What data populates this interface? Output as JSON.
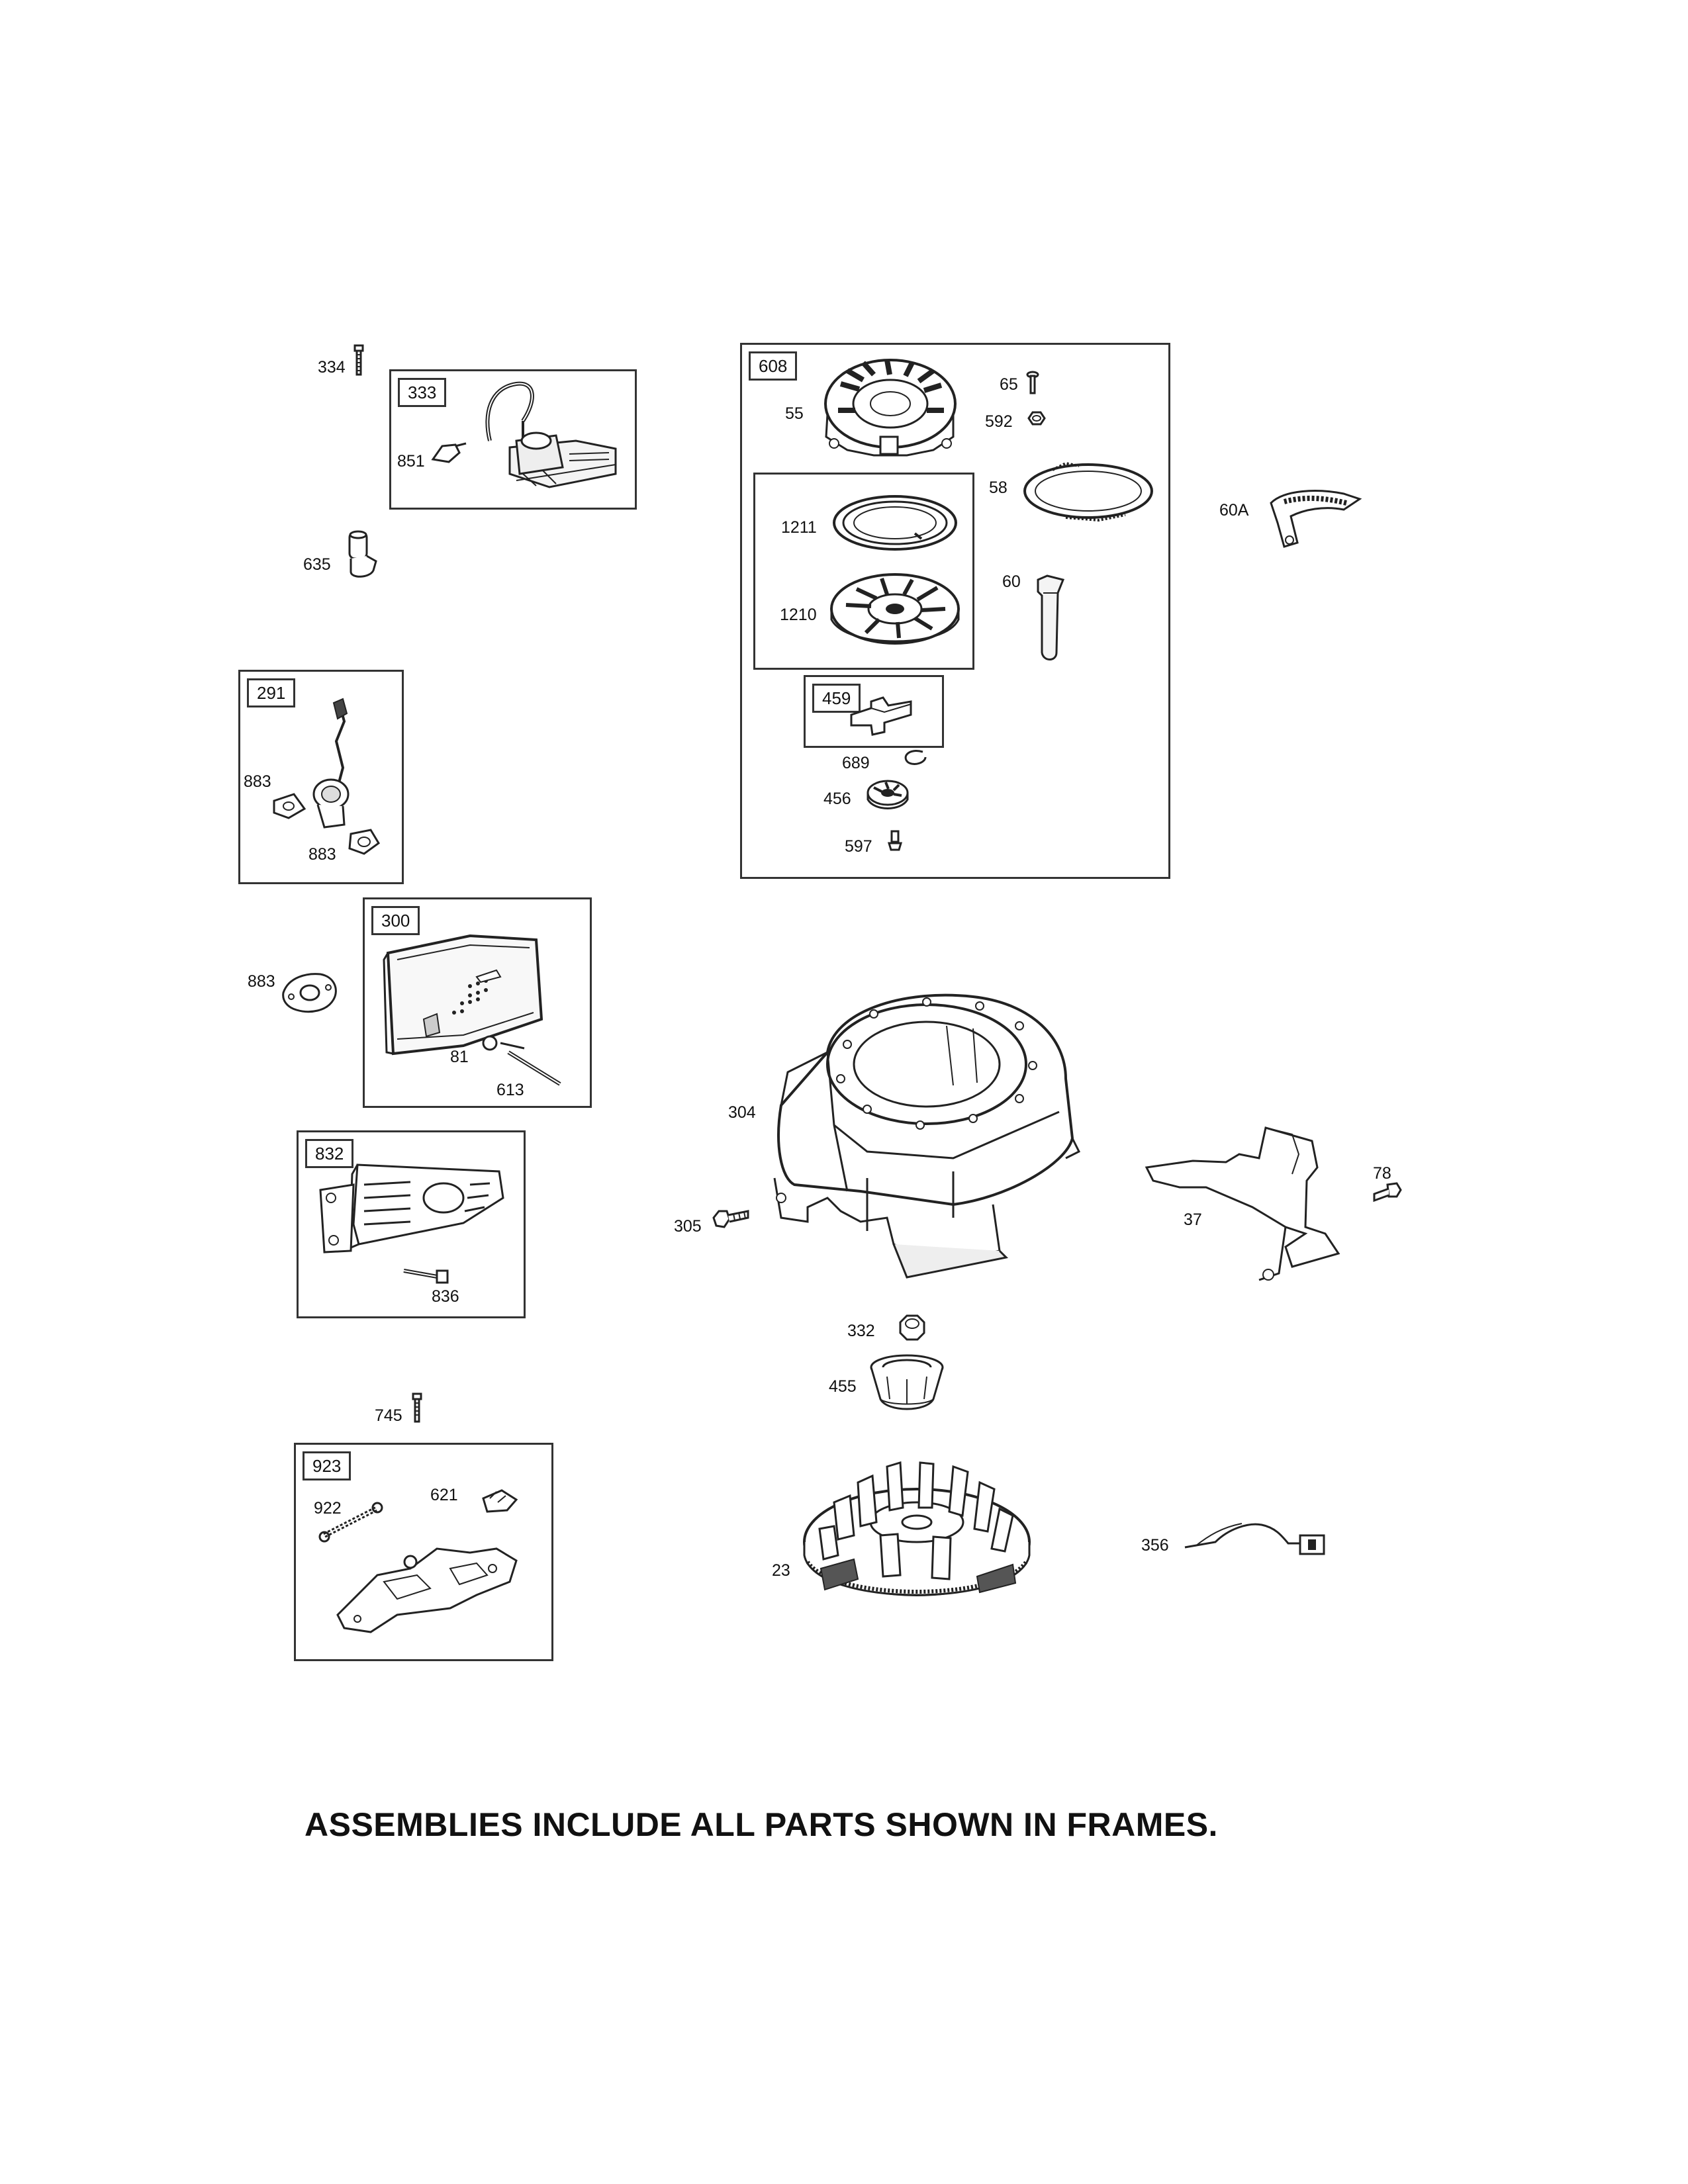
{
  "frames": {
    "f333": "333",
    "f291": "291",
    "f300": "300",
    "f832": "832",
    "f923": "923",
    "f608": "608",
    "f459": "459"
  },
  "parts": {
    "p334": "334",
    "p851": "851",
    "p635": "635",
    "p883a": "883",
    "p883b": "883",
    "p883c": "883",
    "p81": "81",
    "p613": "613",
    "p836": "836",
    "p745": "745",
    "p922": "922",
    "p621": "621",
    "p55": "55",
    "p65": "65",
    "p592": "592",
    "p58": "58",
    "p1211": "1211",
    "p1210": "1210",
    "p60": "60",
    "p689": "689",
    "p456": "456",
    "p597": "597",
    "p60A": "60A",
    "p304": "304",
    "p305": "305",
    "p78": "78",
    "p37": "37",
    "p332": "332",
    "p455": "455",
    "p23": "23",
    "p356": "356"
  },
  "footer": "ASSEMBLIES INCLUDE ALL PARTS SHOWN IN FRAMES."
}
